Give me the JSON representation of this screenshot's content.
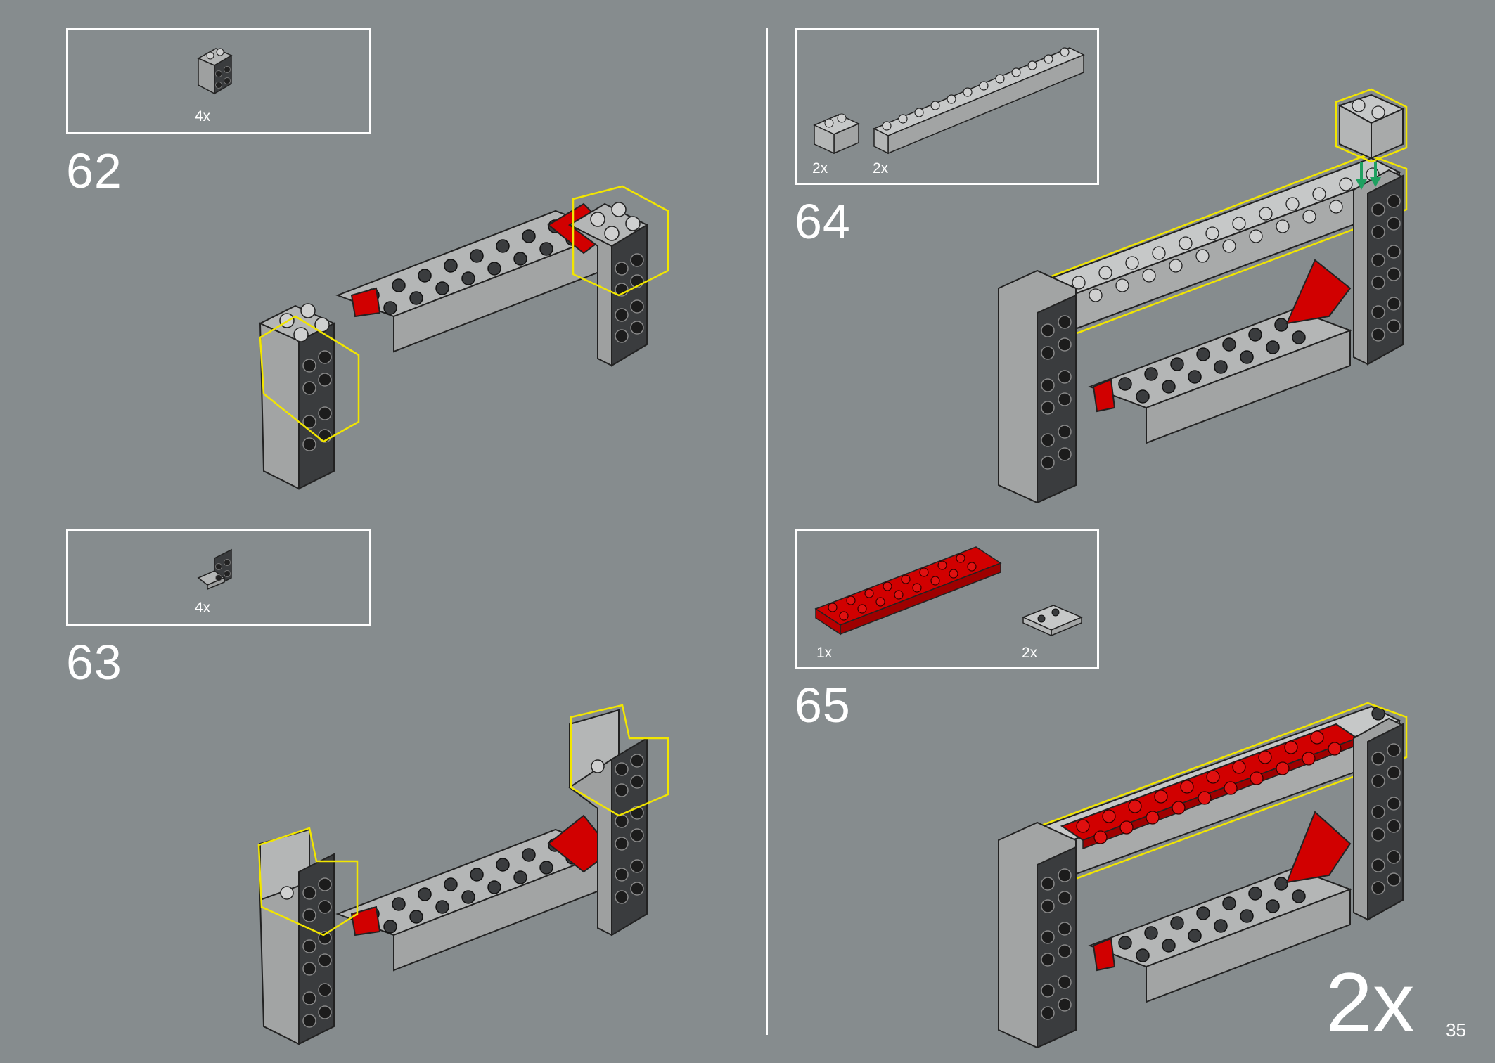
{
  "steps": [
    {
      "number": "62",
      "parts": [
        {
          "qty": "4x",
          "icon": "bracket-1x2-2x2-icon"
        }
      ]
    },
    {
      "number": "63",
      "parts": [
        {
          "qty": "4x",
          "icon": "bracket-1x2-2x2-inverted-icon"
        }
      ]
    },
    {
      "number": "64",
      "parts": [
        {
          "qty": "2x",
          "icon": "brick-1x2-icon"
        },
        {
          "qty": "2x",
          "icon": "brick-1x12-icon"
        }
      ]
    },
    {
      "number": "65",
      "parts": [
        {
          "qty": "1x",
          "icon": "plate-2x8-red-icon"
        },
        {
          "qty": "2x",
          "icon": "tile-2x2-icon"
        }
      ]
    }
  ],
  "multiplier": "2x",
  "page_number": "35",
  "colors": {
    "background": "#868c8e",
    "light_gray": "#b4b6b6",
    "dark_gray": "#3a3c3e",
    "red": "#d10000",
    "highlight": "#f2e600",
    "arrow": "#1fa060"
  }
}
